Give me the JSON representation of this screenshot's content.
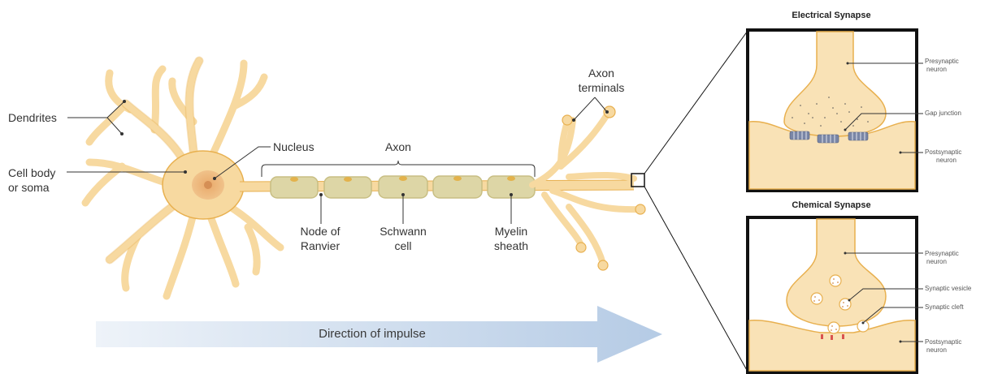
{
  "neuron_labels": {
    "dendrites": "Dendrites",
    "nucleus": "Nucleus",
    "axon": "Axon",
    "cell_body": [
      "Cell body",
      "or soma"
    ],
    "node_of_ranvier": [
      "Node of",
      "Ranvier"
    ],
    "schwann_cell": [
      "Schwann",
      "cell"
    ],
    "myelin_sheath": [
      "Myelin",
      "sheath"
    ],
    "axon_terminals": [
      "Axon",
      "terminals"
    ],
    "direction": "Direction of impulse"
  },
  "electrical_synapse": {
    "title": "Electrical Synapse",
    "presynaptic": [
      "Presynaptic",
      "neuron"
    ],
    "gap_junction": "Gap junction",
    "postsynaptic": [
      "Postsynaptic",
      "neuron"
    ]
  },
  "chemical_synapse": {
    "title": "Chemical Synapse",
    "presynaptic": [
      "Presynaptic",
      "neuron"
    ],
    "synaptic_vesicle": "Synaptic vesicle",
    "synaptic_cleft": "Synaptic cleft",
    "postsynaptic": [
      "Postsynaptic",
      "neuron"
    ]
  },
  "colors": {
    "cell_fill": "#f7d9a0",
    "cell_stroke": "#e8b04f",
    "myelin_fill": "#d8d3a8",
    "box_border": "#111111",
    "gap_junction": "#6c7a99",
    "arrow_start": "#eef3f9",
    "arrow_end": "#b9cde6",
    "cleft_marks": "#d9534f"
  }
}
